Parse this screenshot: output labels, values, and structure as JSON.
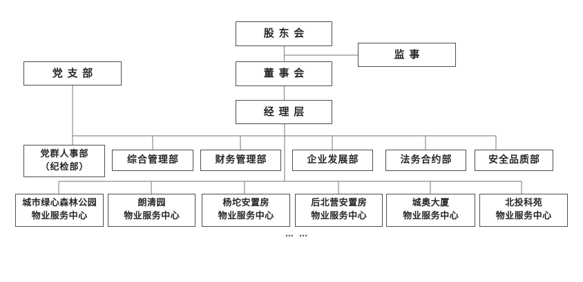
{
  "org_chart": {
    "top": {
      "shareholders": "股东会",
      "supervisors": "监事",
      "party_branch": "党支部",
      "board": "董事会",
      "management": "经理层"
    },
    "departments": [
      {
        "line1": "党群人事部",
        "line2": "（纪检部）"
      },
      {
        "line1": "综合管理部"
      },
      {
        "line1": "财务管理部"
      },
      {
        "line1": "企业发展部"
      },
      {
        "line1": "法务合约部"
      },
      {
        "line1": "安全品质部"
      }
    ],
    "service_centers": [
      {
        "line1": "城市绿心森林公园",
        "line2": "物业服务中心"
      },
      {
        "line1": "朗清园",
        "line2": "物业服务中心"
      },
      {
        "line1": "杨坨安置房",
        "line2": "物业服务中心"
      },
      {
        "line1": "后北营安置房",
        "line2": "物业服务中心"
      },
      {
        "line1": "城奥大厦",
        "line2": "物业服务中心"
      },
      {
        "line1": "北投科苑",
        "line2": "物业服务中心"
      }
    ],
    "ellipsis": "… …",
    "colors": {
      "box_border": "#4b4b4b",
      "connector": "#8c8c8c",
      "text": "#262626",
      "background": "#ffffff"
    }
  }
}
